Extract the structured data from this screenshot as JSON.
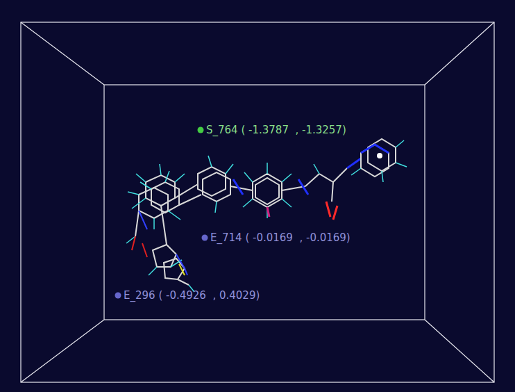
{
  "diagram": {
    "labels": [
      "S_764 ( -1.3787  , -1.3257)",
      "E_714 ( -0.0169  , -0.0169)",
      "E_296 ( -0.4926  , 0.4029)"
    ]
  }
}
